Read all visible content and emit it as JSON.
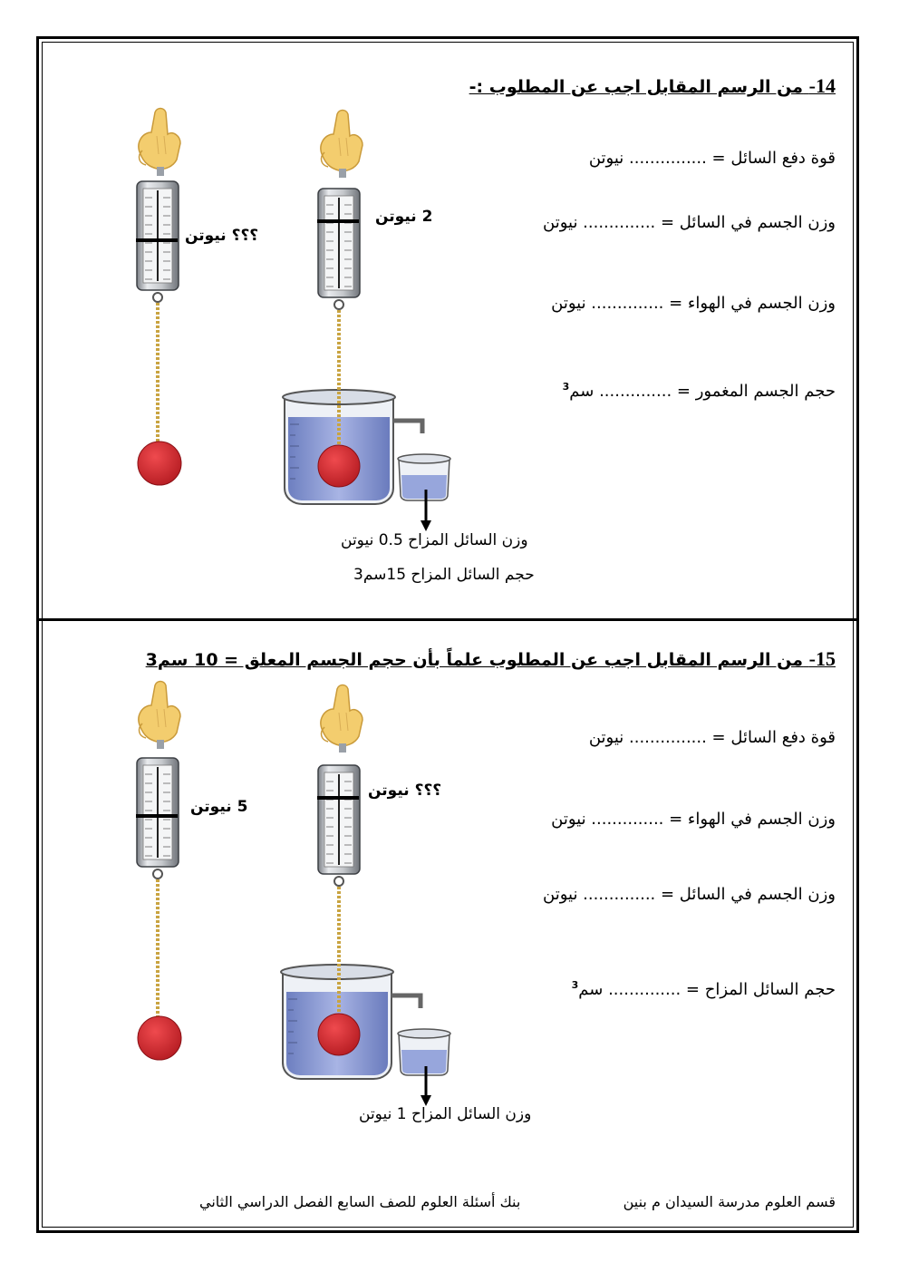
{
  "q14": {
    "title_num": "14-",
    "title_text": "من الرسم المقابل اجب عن المطلوب :-",
    "lines": [
      "قوة دفع السائل = ............... نيوتن",
      "وزن الجسم في السائل = .............. نيوتن",
      "وزن الجسم في الهواء = .............. نيوتن",
      "حجم الجسم المغمور = .............. سم"
    ],
    "cube_sup": "3",
    "label_air": "؟؟؟ نيوتن",
    "label_liquid": "2 نيوتن",
    "caption_weight": "وزن السائل المزاح 0.5 نيوتن",
    "caption_volume": "حجم السائل المزاح 15سم3"
  },
  "q15": {
    "title_num": "15-",
    "title_text": "من الرسم المقابل اجب عن المطلوب علماً بأن حجم الجسم المعلق = 10 سم3",
    "lines": [
      "قوة دفع السائل = ............... نيوتن",
      "وزن الجسم في الهواء = .............. نيوتن",
      "وزن الجسم في السائل = .............. نيوتن",
      "حجم السائل المزاح  = .............. سم"
    ],
    "cube_sup": "3",
    "label_air": "5 نيوتن",
    "label_liquid": "؟؟؟ نيوتن",
    "caption_weight": "وزن السائل المزاح 1 نيوتن"
  },
  "footer": {
    "right": "قسم العلوم مدرسة السيدان م بنين",
    "left": "بنك أسئلة العلوم للصف السابع الفصل الدراسي الثاني"
  },
  "colors": {
    "ball": "#d8262c",
    "water": "#8f9fd6",
    "rope": "#c9a441",
    "hand": "#f3cd6e"
  }
}
